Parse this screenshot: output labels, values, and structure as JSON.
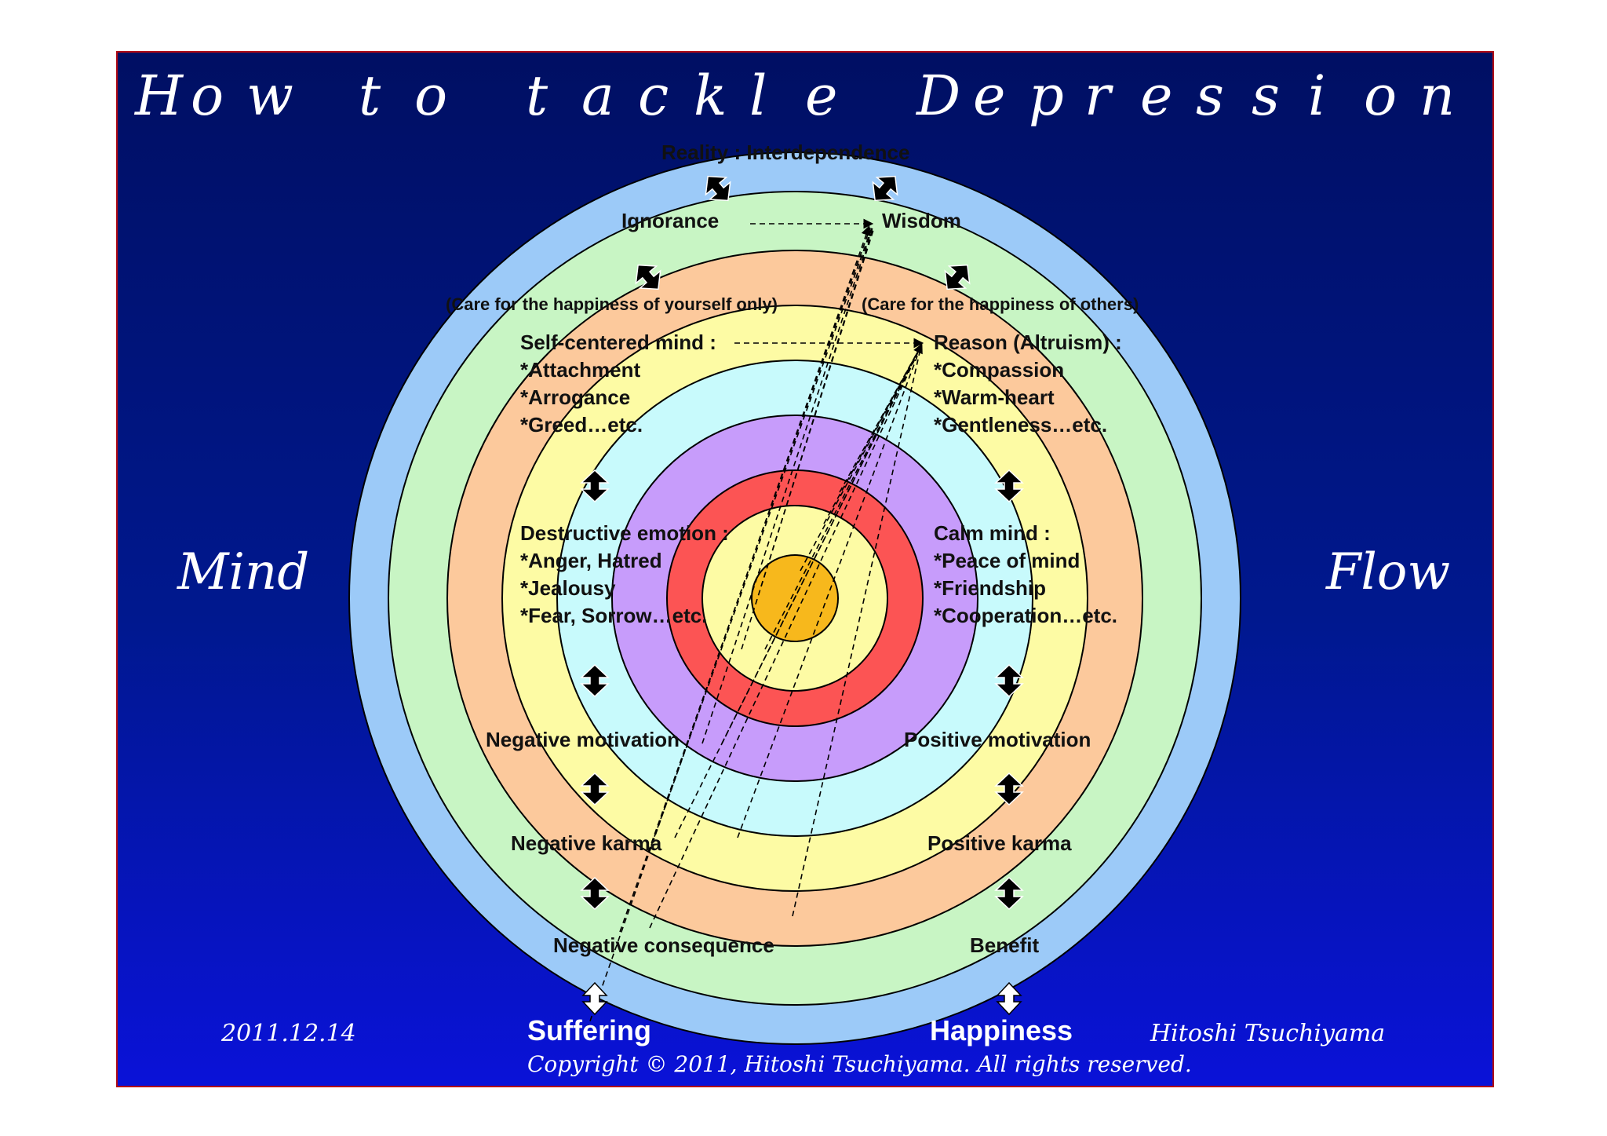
{
  "title": "How to tackle Depression",
  "side_left": "Mind",
  "side_right": "Flow",
  "date": "2011.12.14",
  "author": "Hitoshi Tsuchiyama",
  "copyright": "Copyright © 2011, Hitoshi Tsuchiyama. All rights reserved.",
  "labels": {
    "reality": "Reality : Interdependence",
    "ignorance": "Ignorance",
    "wisdom": "Wisdom",
    "care_self": "(Care for the happiness of yourself only)",
    "care_others": "(Care for the happiness of others)",
    "self_centered": [
      "Self-centered mind :",
      "*Attachment",
      "*Arrogance",
      "*Greed…etc."
    ],
    "reason": [
      "Reason (Altruism) :",
      "*Compassion",
      "*Warm-heart",
      "*Gentleness…etc."
    ],
    "destructive": [
      "Destructive emotion :",
      "*Anger, Hatred",
      "*Jealousy",
      "*Fear, Sorrow…etc."
    ],
    "calm": [
      "Calm mind :",
      "*Peace of mind",
      "*Friendship",
      "*Cooperation…etc."
    ],
    "neg_motivation": "Negative motivation",
    "pos_motivation": "Positive motivation",
    "neg_karma": "Negative karma",
    "pos_karma": "Positive karma",
    "neg_consequence": "Negative consequence",
    "benefit": "Benefit",
    "suffering": "Suffering",
    "happiness": "Happiness"
  },
  "ring_colors": [
    "#9ccaf8",
    "#c8f5c4",
    "#fcc99c",
    "#fdfba4",
    "#c8fafc",
    "#c79cfb",
    "#fc5454",
    "#fdfba4",
    "#f7b81c"
  ],
  "icons": [
    "double-arrow-icon",
    "hollow-double-arrow-icon"
  ]
}
